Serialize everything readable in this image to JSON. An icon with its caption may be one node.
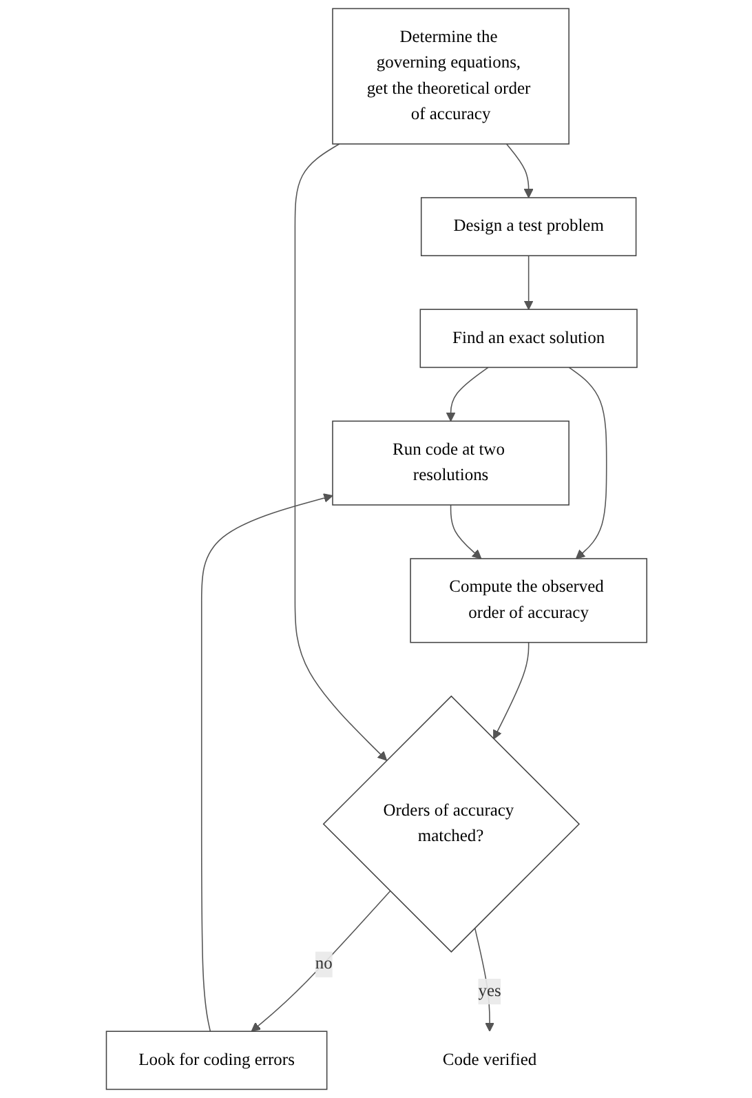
{
  "diagram": {
    "nodes": [
      {
        "text": [
          "Determine the governing equations, get the theoretical order of accuracy"
        ]
      },
      {
        "text": [
          "Design a test problem"
        ]
      },
      {
        "text": [
          "Find an exact solution"
        ]
      },
      {
        "text": [
          "Look for coding errors"
        ]
      },
      {
        "text": [
          "Run code at two resolutions"
        ]
      },
      {
        "text": [
          "Compute the observed order of accuracy"
        ]
      },
      {
        "text": [
          "Orders of accuracy matched?"
        ]
      },
      {
        "text": [
          "Code verified"
        ]
      }
    ],
    "edges": [
      {
        "from": 0,
        "to": 1,
        "arrow": "to"
      },
      {
        "from": 1,
        "to": 2,
        "arrow": "to"
      },
      {
        "from": 2,
        "to": 4,
        "arrow": "to"
      },
      {
        "from": 2,
        "to": 5,
        "arrow": "to"
      },
      {
        "from": 3,
        "to": 4,
        "arrow": "to"
      },
      {
        "from": 4,
        "to": 5,
        "arrow": "to"
      },
      {
        "from": 5,
        "to": 6,
        "arrow": "to"
      },
      {
        "from": 6,
        "to": 3,
        "arrow": "to",
        "label": "no"
      },
      {
        "from": 6,
        "to": 7,
        "arrow": "to",
        "label": "yes"
      },
      {
        "from": 0,
        "to": 6,
        "arrow": "to"
      }
    ]
  }
}
